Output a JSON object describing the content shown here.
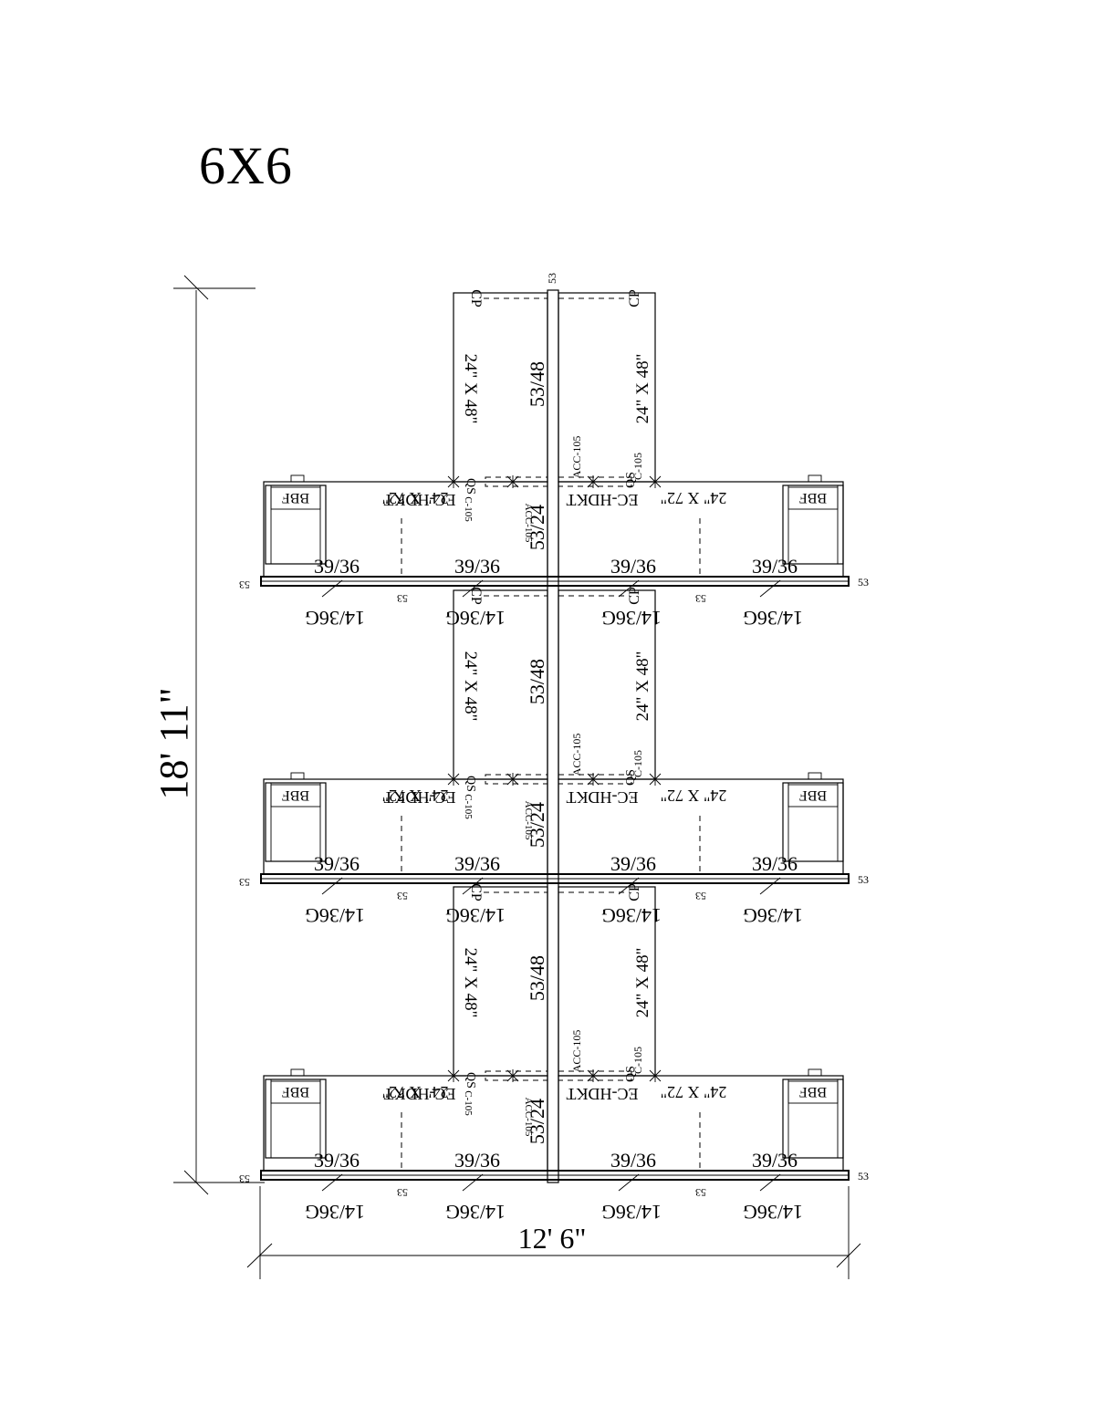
{
  "title": "6X6",
  "dimensions": {
    "height": "18' 11\"",
    "width": "12' 6\""
  },
  "labels": {
    "panel_53": "53",
    "spine_panel": "53/48",
    "spine_panel_short": "53/24",
    "side_panel": "39/36",
    "glass_panel": "14/36G",
    "corner_post": "CP",
    "top_worksurface": "24\" X 48\"",
    "main_worksurface": "24\" X 72\"",
    "worksurface_bracket": "EC-HDKT",
    "accessory": "ACC-105",
    "accessory_short": "C-105",
    "connector": "QS",
    "pedestal": "BBF"
  }
}
